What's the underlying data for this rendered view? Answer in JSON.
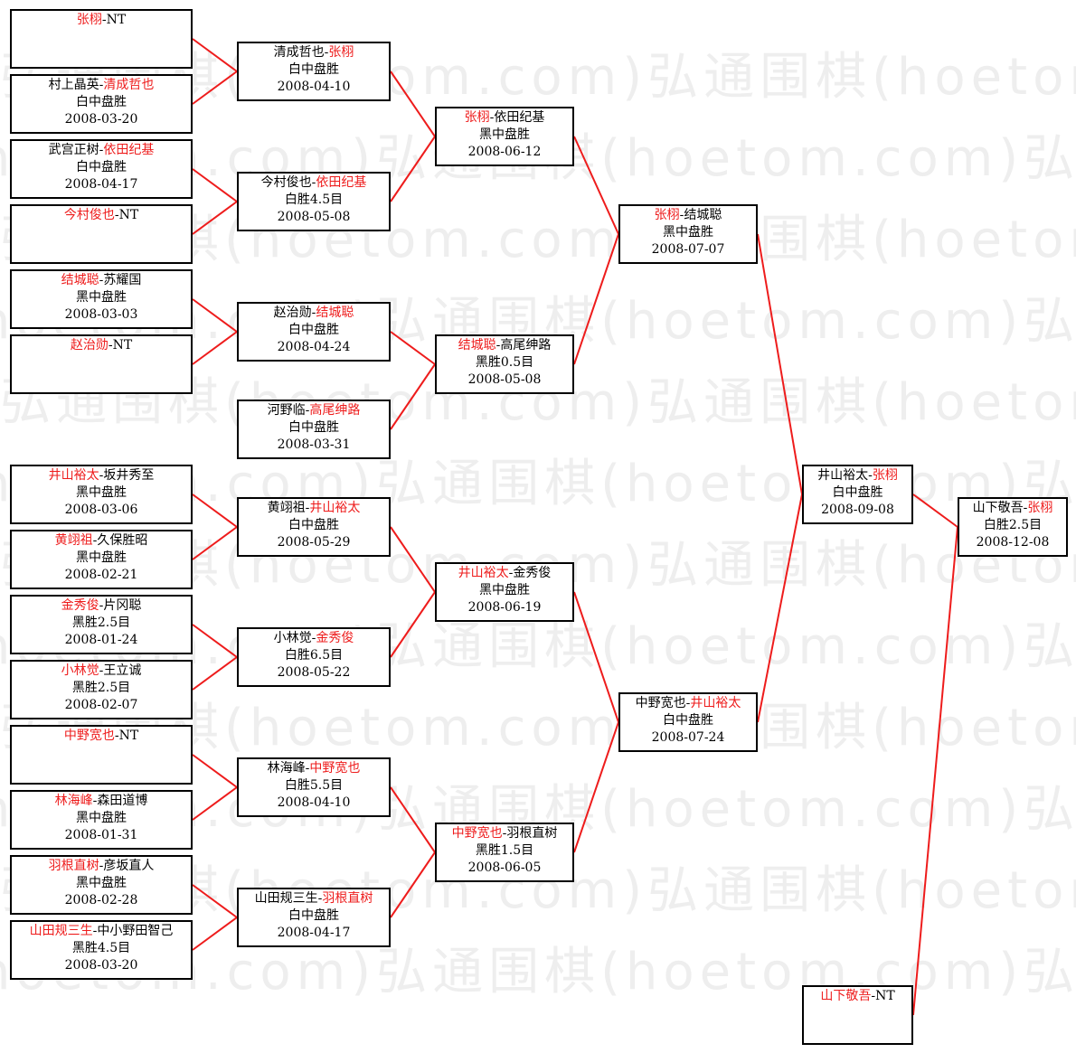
{
  "colors": {
    "winner": "#ee1c1c",
    "connector": "#ee1c1c",
    "border": "#000000",
    "watermark": "#eeeeee"
  },
  "watermark": {
    "text": "弘通围棋(hoetom.com)"
  },
  "matches": [
    {
      "id": "r1-1",
      "players": [
        {
          "name": "张栩",
          "win": true
        },
        {
          "name": "NT",
          "win": false
        }
      ],
      "result": "",
      "date": ""
    },
    {
      "id": "r1-2",
      "players": [
        {
          "name": "村上晶英",
          "win": false
        },
        {
          "name": "清成哲也",
          "win": true
        }
      ],
      "result": "白中盘胜",
      "date": "2008-03-20"
    },
    {
      "id": "r1-3",
      "players": [
        {
          "name": "武宫正树",
          "win": false
        },
        {
          "name": "依田纪基",
          "win": true
        }
      ],
      "result": "白中盘胜",
      "date": "2008-04-17"
    },
    {
      "id": "r1-4",
      "players": [
        {
          "name": "今村俊也",
          "win": true
        },
        {
          "name": "NT",
          "win": false
        }
      ],
      "result": "",
      "date": ""
    },
    {
      "id": "r1-5",
      "players": [
        {
          "name": "结城聪",
          "win": true
        },
        {
          "name": "苏耀国",
          "win": false
        }
      ],
      "result": "黑中盘胜",
      "date": "2008-03-03"
    },
    {
      "id": "r1-6",
      "players": [
        {
          "name": "赵治勋",
          "win": true
        },
        {
          "name": "NT",
          "win": false
        }
      ],
      "result": "",
      "date": ""
    },
    {
      "id": "r1-7",
      "players": [
        {
          "name": "井山裕太",
          "win": true
        },
        {
          "name": "坂井秀至",
          "win": false
        }
      ],
      "result": "黑中盘胜",
      "date": "2008-03-06"
    },
    {
      "id": "r1-8",
      "players": [
        {
          "name": "黄翊祖",
          "win": true
        },
        {
          "name": "久保胜昭",
          "win": false
        }
      ],
      "result": "黑中盘胜",
      "date": "2008-02-21"
    },
    {
      "id": "r1-9",
      "players": [
        {
          "name": "金秀俊",
          "win": true
        },
        {
          "name": "片冈聪",
          "win": false
        }
      ],
      "result": "黑胜2.5目",
      "date": "2008-01-24"
    },
    {
      "id": "r1-10",
      "players": [
        {
          "name": "小林觉",
          "win": true
        },
        {
          "name": "王立诚",
          "win": false
        }
      ],
      "result": "黑胜2.5目",
      "date": "2008-02-07"
    },
    {
      "id": "r1-11",
      "players": [
        {
          "name": "中野宽也",
          "win": true
        },
        {
          "name": "NT",
          "win": false
        }
      ],
      "result": "",
      "date": ""
    },
    {
      "id": "r1-12",
      "players": [
        {
          "name": "林海峰",
          "win": true
        },
        {
          "name": "森田道博",
          "win": false
        }
      ],
      "result": "黑中盘胜",
      "date": "2008-01-31"
    },
    {
      "id": "r1-13",
      "players": [
        {
          "name": "羽根直树",
          "win": true
        },
        {
          "name": "彦坂直人",
          "win": false
        }
      ],
      "result": "黑中盘胜",
      "date": "2008-02-28"
    },
    {
      "id": "r1-14",
      "players": [
        {
          "name": "山田规三生",
          "win": true
        },
        {
          "name": "中小野田智己",
          "win": false
        }
      ],
      "result": "黑胜4.5目",
      "date": "2008-03-20"
    },
    {
      "id": "r2-1",
      "players": [
        {
          "name": "清成哲也",
          "win": false
        },
        {
          "name": "张栩",
          "win": true
        }
      ],
      "result": "白中盘胜",
      "date": "2008-04-10"
    },
    {
      "id": "r2-2",
      "players": [
        {
          "name": "今村俊也",
          "win": false
        },
        {
          "name": "依田纪基",
          "win": true
        }
      ],
      "result": "白胜4.5目",
      "date": "2008-05-08"
    },
    {
      "id": "r2-3",
      "players": [
        {
          "name": "赵治勋",
          "win": false
        },
        {
          "name": "结城聪",
          "win": true
        }
      ],
      "result": "白中盘胜",
      "date": "2008-04-24"
    },
    {
      "id": "r2-4",
      "players": [
        {
          "name": "河野临",
          "win": false
        },
        {
          "name": "高尾绅路",
          "win": true
        }
      ],
      "result": "白中盘胜",
      "date": "2008-03-31"
    },
    {
      "id": "r2-5",
      "players": [
        {
          "name": "黄翊祖",
          "win": false
        },
        {
          "name": "井山裕太",
          "win": true
        }
      ],
      "result": "白中盘胜",
      "date": "2008-05-29"
    },
    {
      "id": "r2-6",
      "players": [
        {
          "name": "小林觉",
          "win": false
        },
        {
          "name": "金秀俊",
          "win": true
        }
      ],
      "result": "白胜6.5目",
      "date": "2008-05-22"
    },
    {
      "id": "r2-7",
      "players": [
        {
          "name": "林海峰",
          "win": false
        },
        {
          "name": "中野宽也",
          "win": true
        }
      ],
      "result": "白胜5.5目",
      "date": "2008-04-10"
    },
    {
      "id": "r2-8",
      "players": [
        {
          "name": "山田规三生",
          "win": false
        },
        {
          "name": "羽根直树",
          "win": true
        }
      ],
      "result": "白中盘胜",
      "date": "2008-04-17"
    },
    {
      "id": "r3-1",
      "players": [
        {
          "name": "张栩",
          "win": true
        },
        {
          "name": "依田纪基",
          "win": false
        }
      ],
      "result": "黑中盘胜",
      "date": "2008-06-12"
    },
    {
      "id": "r3-2",
      "players": [
        {
          "name": "结城聪",
          "win": true
        },
        {
          "name": "高尾绅路",
          "win": false
        }
      ],
      "result": "黑胜0.5目",
      "date": "2008-05-08"
    },
    {
      "id": "r3-3",
      "players": [
        {
          "name": "井山裕太",
          "win": true
        },
        {
          "name": "金秀俊",
          "win": false
        }
      ],
      "result": "黑中盘胜",
      "date": "2008-06-19"
    },
    {
      "id": "r3-4",
      "players": [
        {
          "name": "中野宽也",
          "win": true
        },
        {
          "name": "羽根直树",
          "win": false
        }
      ],
      "result": "黑胜1.5目",
      "date": "2008-06-05"
    },
    {
      "id": "r4-1",
      "players": [
        {
          "name": "张栩",
          "win": true
        },
        {
          "name": "结城聪",
          "win": false
        }
      ],
      "result": "黑中盘胜",
      "date": "2008-07-07"
    },
    {
      "id": "r4-2",
      "players": [
        {
          "name": "中野宽也",
          "win": false
        },
        {
          "name": "井山裕太",
          "win": true
        }
      ],
      "result": "白中盘胜",
      "date": "2008-07-24"
    },
    {
      "id": "r5-1",
      "players": [
        {
          "name": "井山裕太",
          "win": false
        },
        {
          "name": "张栩",
          "win": true
        }
      ],
      "result": "白中盘胜",
      "date": "2008-09-08"
    },
    {
      "id": "final",
      "players": [
        {
          "name": "山下敬吾",
          "win": false
        },
        {
          "name": "张栩",
          "win": true
        }
      ],
      "result": "白胜2.5目",
      "date": "2008-12-08"
    },
    {
      "id": "challenger",
      "players": [
        {
          "name": "山下敬吾",
          "win": true
        },
        {
          "name": "NT",
          "win": false
        }
      ],
      "result": "",
      "date": ""
    }
  ]
}
